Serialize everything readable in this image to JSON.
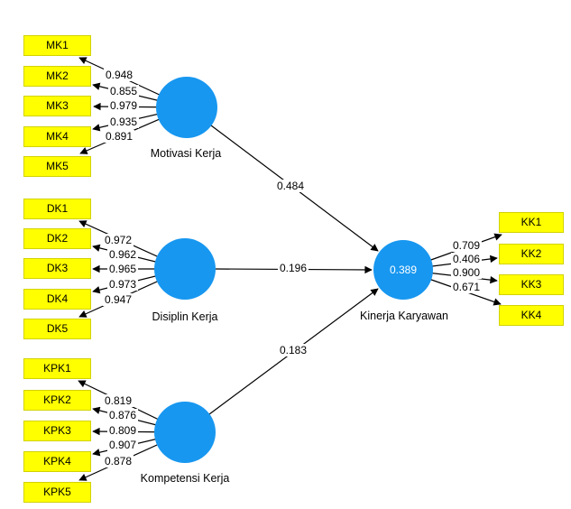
{
  "diagram": {
    "colors": {
      "construct_fill": "#1797f0",
      "indicator_fill": "#ffff00",
      "indicator_border": "#d2d200",
      "connector": "#000000",
      "value_text_on_construct": "#ffffff"
    },
    "constructs": {
      "motivasi": {
        "label": "Motivasi Kerja"
      },
      "disiplin": {
        "label": "Disiplin Kerja"
      },
      "kompetensi": {
        "label": "Kompetensi Kerja"
      },
      "kinerja": {
        "label": "Kinerja Karyawan",
        "r_square": "0.389"
      }
    },
    "indicators": {
      "mk": [
        {
          "label": "MK1",
          "loading": "0.948"
        },
        {
          "label": "MK2",
          "loading": "0.855"
        },
        {
          "label": "MK3",
          "loading": "0.979"
        },
        {
          "label": "MK4",
          "loading": "0.935"
        },
        {
          "label": "MK5",
          "loading": "0.891"
        }
      ],
      "dk": [
        {
          "label": "DK1",
          "loading": "0.972"
        },
        {
          "label": "DK2",
          "loading": "0.962"
        },
        {
          "label": "DK3",
          "loading": "0.965"
        },
        {
          "label": "DK4",
          "loading": "0.973"
        },
        {
          "label": "DK5",
          "loading": "0.947"
        }
      ],
      "kpk": [
        {
          "label": "KPK1",
          "loading": "0.819"
        },
        {
          "label": "KPK2",
          "loading": "0.876"
        },
        {
          "label": "KPK3",
          "loading": "0.809"
        },
        {
          "label": "KPK4",
          "loading": "0.907"
        },
        {
          "label": "KPK5",
          "loading": "0.878"
        }
      ],
      "kk": [
        {
          "label": "KK1",
          "loading": "0.709"
        },
        {
          "label": "KK2",
          "loading": "0.406"
        },
        {
          "label": "KK3",
          "loading": "0.900"
        },
        {
          "label": "KK4",
          "loading": "0.671"
        }
      ]
    },
    "paths": {
      "motivasi_to_kinerja": {
        "from": "Motivasi Kerja",
        "to": "Kinerja Karyawan",
        "coefficient": "0.484"
      },
      "disiplin_to_kinerja": {
        "from": "Disiplin Kerja",
        "to": "Kinerja Karyawan",
        "coefficient": "0.196"
      },
      "kompetensi_to_kinerja": {
        "from": "Kompetensi Kerja",
        "to": "Kinerja Karyawan",
        "coefficient": "0.183"
      }
    }
  }
}
